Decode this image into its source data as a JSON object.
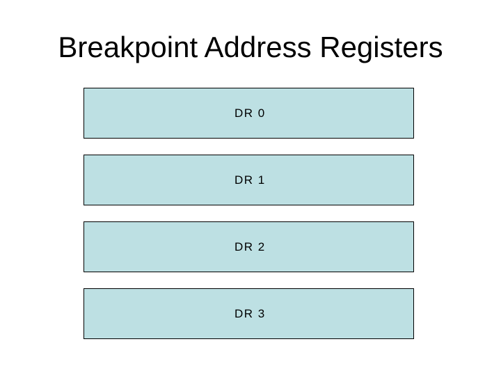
{
  "slide": {
    "title": "Breakpoint Address Registers"
  },
  "registers": [
    {
      "label": "DR 0"
    },
    {
      "label": "DR 1"
    },
    {
      "label": "DR 2"
    },
    {
      "label": "DR 3"
    }
  ],
  "colors": {
    "box_fill": "#bde0e3",
    "box_border": "#000000",
    "text": "#000000",
    "background": "#ffffff"
  }
}
